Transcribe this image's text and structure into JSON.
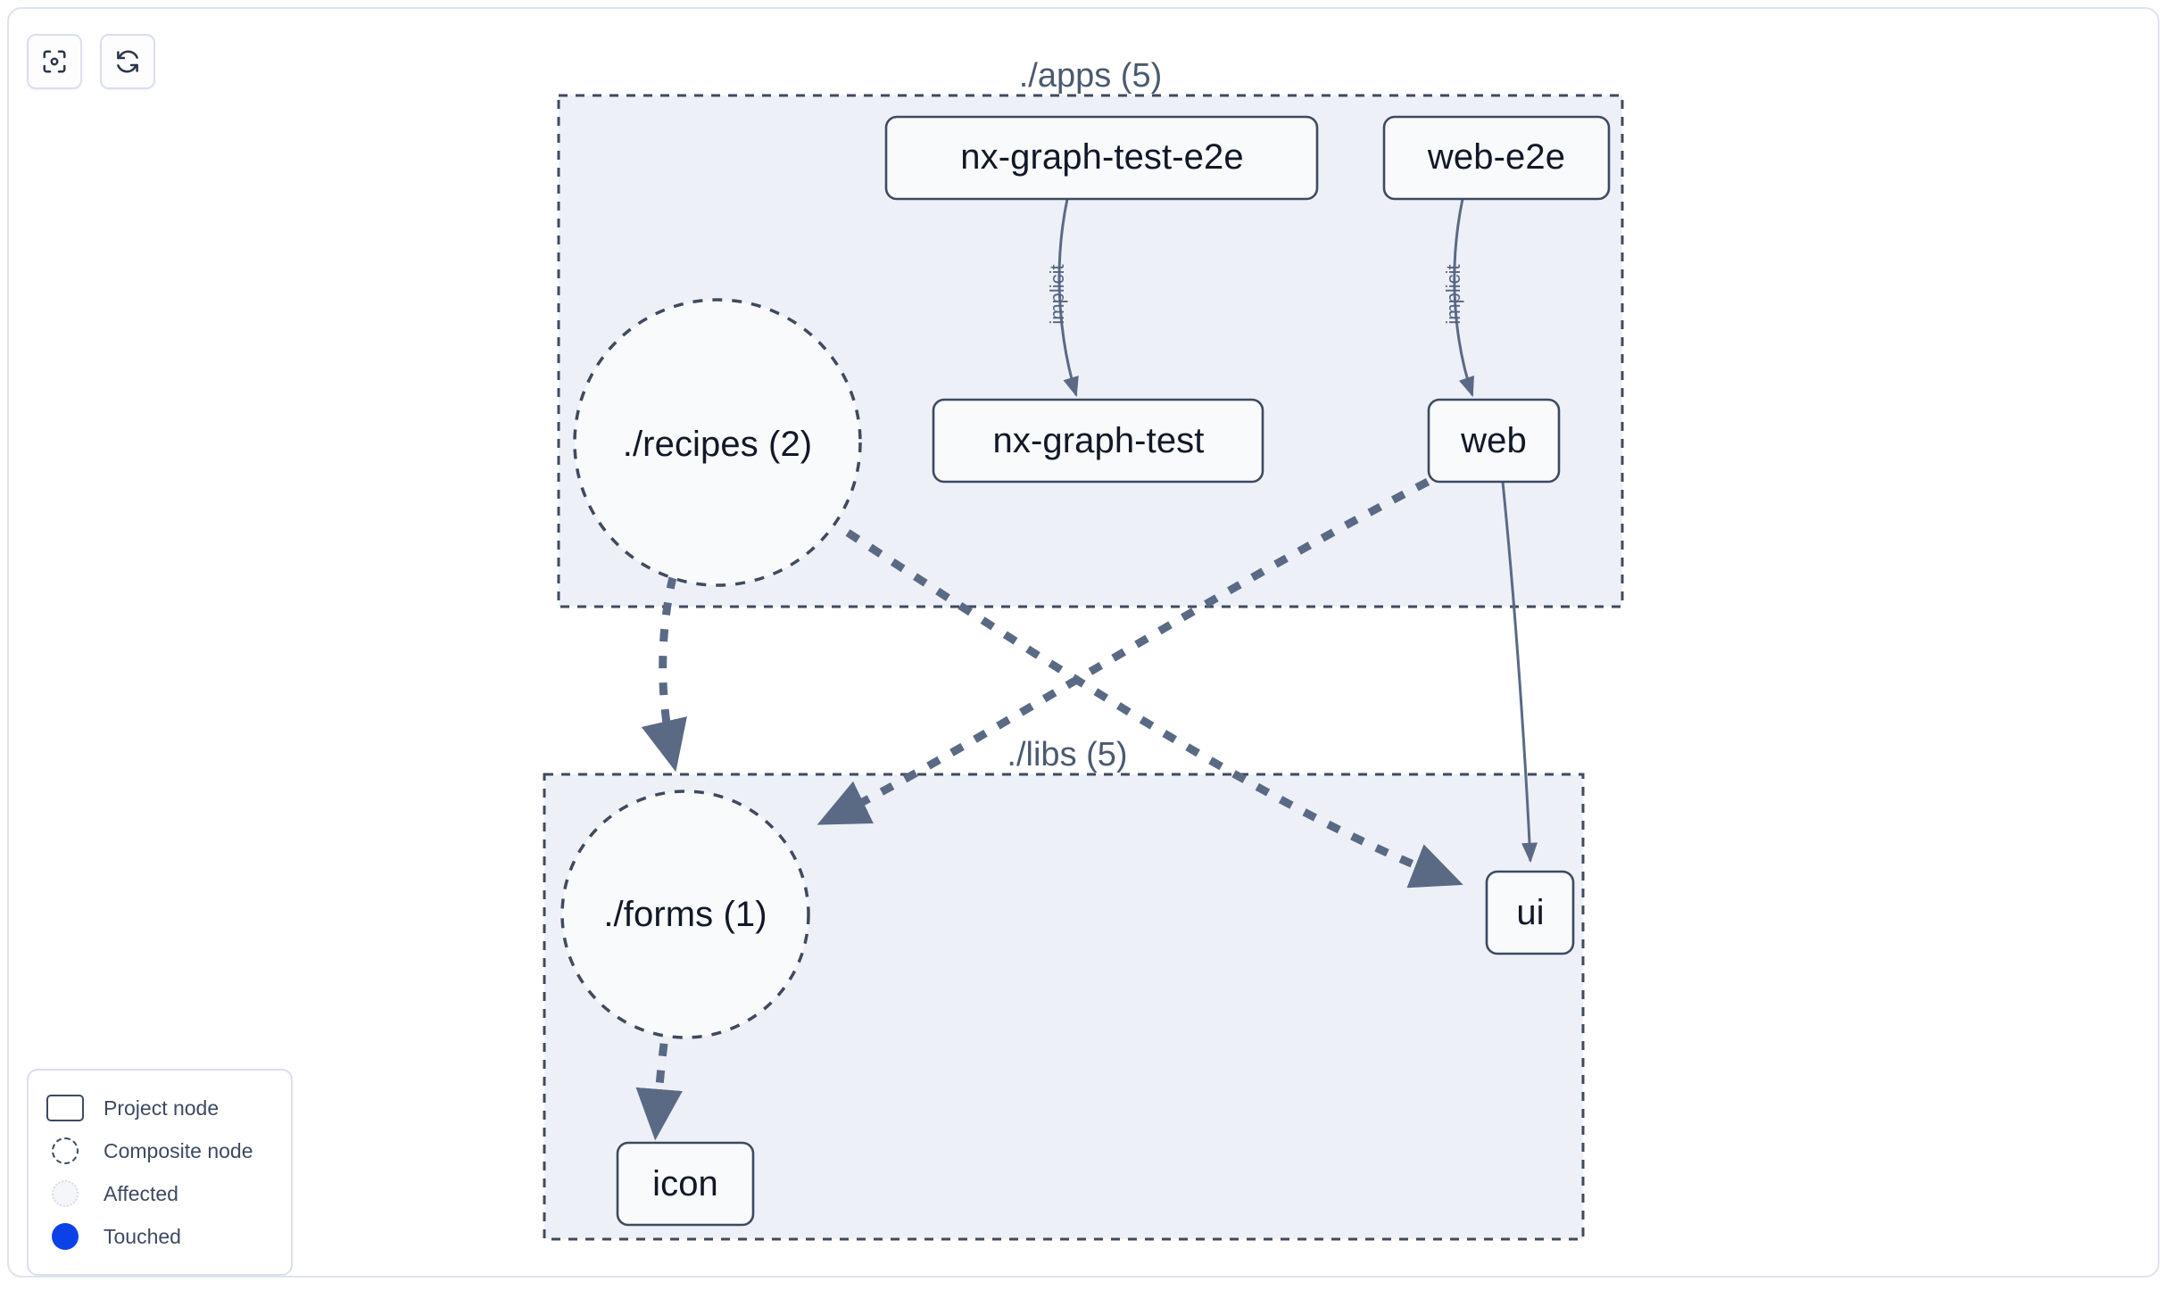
{
  "toolbar": {
    "buttons": [
      {
        "name": "focus-graph-button",
        "icon": "focus-target-icon",
        "title": "Focus graph"
      },
      {
        "name": "refresh-graph-button",
        "icon": "refresh-icon",
        "title": "Refresh graph"
      }
    ]
  },
  "graph": {
    "groups": [
      {
        "id": "apps",
        "label": "./apps (5)"
      },
      {
        "id": "libs",
        "label": "./libs (5)"
      }
    ],
    "nodes": [
      {
        "id": "nx-graph-test-e2e",
        "label": "nx-graph-test-e2e",
        "shape": "rect",
        "group": "apps"
      },
      {
        "id": "web-e2e",
        "label": "web-e2e",
        "shape": "rect",
        "group": "apps"
      },
      {
        "id": "recipes",
        "label": "./recipes (2)",
        "shape": "circle",
        "group": "apps"
      },
      {
        "id": "nx-graph-test",
        "label": "nx-graph-test",
        "shape": "rect",
        "group": "apps"
      },
      {
        "id": "web",
        "label": "web",
        "shape": "rect",
        "group": "apps"
      },
      {
        "id": "forms",
        "label": "./forms (1)",
        "shape": "circle",
        "group": "libs"
      },
      {
        "id": "ui",
        "label": "ui",
        "shape": "rect",
        "group": "libs"
      },
      {
        "id": "icon",
        "label": "icon",
        "shape": "rect",
        "group": "libs"
      }
    ],
    "edges": [
      {
        "from": "nx-graph-test-e2e",
        "to": "nx-graph-test",
        "label": "implicit",
        "style": "solid"
      },
      {
        "from": "web-e2e",
        "to": "web",
        "label": "implicit",
        "style": "solid"
      },
      {
        "from": "web",
        "to": "ui",
        "label": "",
        "style": "solid"
      },
      {
        "from": "recipes",
        "to": "forms",
        "label": "",
        "style": "dashed"
      },
      {
        "from": "recipes",
        "to": "ui",
        "label": "",
        "style": "dashed"
      },
      {
        "from": "web",
        "to": "forms",
        "label": "",
        "style": "dashed"
      },
      {
        "from": "forms",
        "to": "icon",
        "label": "",
        "style": "dashed"
      }
    ]
  },
  "legend": {
    "items": [
      {
        "label": "Project node",
        "swatch": "project-node-swatch"
      },
      {
        "label": "Composite node",
        "swatch": "composite-node-swatch"
      },
      {
        "label": "Affected",
        "swatch": "affected-swatch"
      },
      {
        "label": "Touched",
        "swatch": "touched-swatch"
      }
    ]
  },
  "colors": {
    "group_fill": "#edf1f7",
    "group_stroke": "#3f4a5e",
    "node_fill": "#f8fafc",
    "node_stroke": "#3c4a61",
    "edge": "#5a6a85",
    "text": "#111827",
    "touched": "#0b42e8"
  }
}
